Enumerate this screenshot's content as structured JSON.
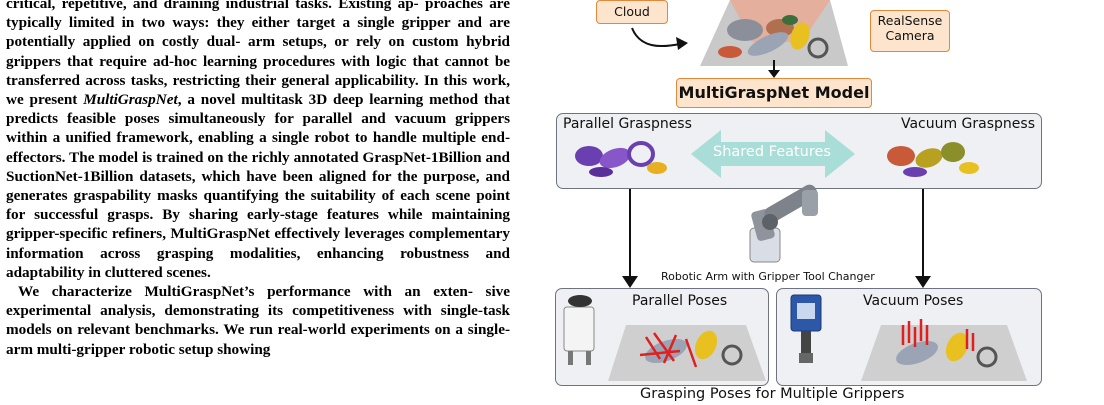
{
  "body_text": {
    "paragraph1": [
      "critical, repetitive, and draining industrial tasks. Existing ap-",
      "proaches are typically limited in two ways: they either target",
      "a single gripper and are potentially applied on costly dual-",
      "arm setups, or rely on custom hybrid grippers that require",
      "ad-hoc learning procedures with logic that cannot be transferred",
      "across tasks, restricting their general applicability. In this work,"
    ],
    "paragraph1_line7_prefix": "we present ",
    "paragraph1_line7_em": "MultiGraspNet",
    "paragraph1_line7_suffix": ", a novel multitask 3D deep learning",
    "paragraph1_rest": [
      "method that predicts feasible poses simultaneously for parallel and",
      "vacuum grippers within a unified framework, enabling a single",
      "robot to handle multiple end-effectors. The model is trained on",
      "the richly annotated GraspNet-1Billion and SuctionNet-1Billion",
      "datasets, which have been aligned for the purpose, and generates",
      "graspability masks quantifying the suitability of each scene",
      "point for successful grasps. By sharing early-stage features while",
      "maintaining gripper-specific refiners, MultiGraspNet effectively",
      "leverages complementary information across grasping modalities,",
      "enhancing robustness and adaptability in cluttered scenes."
    ],
    "paragraph2": [
      "We characterize MultiGraspNet’s performance with an exten-",
      "sive experimental analysis, demonstrating its competitiveness with",
      "single-task models on relevant benchmarks. We run real-world",
      "experiments on a single-arm multi-gripper robotic setup showing"
    ]
  },
  "figure": {
    "cloud_label": "Cloud",
    "camera_label_line1": "RealSense",
    "camera_label_line2": "Camera",
    "model_label": "MultiGraspNet Model",
    "parallel_graspness": "Parallel Graspness",
    "vacuum_graspness": "Vacuum Graspness",
    "shared_features": "Shared Features",
    "arm_caption": "Robotic Arm with Gripper Tool Changer",
    "parallel_poses": "Parallel Poses",
    "vacuum_poses": "Vacuum Poses",
    "bottom_caption": "Grasping Poses for Multiple Grippers",
    "colors": {
      "orange_box_fill": "#fde4cc",
      "orange_box_border": "#e0893c",
      "panel_fill": "#eef0f3",
      "panel_border": "#6d7480",
      "shared_arrow": "#a9ddd8",
      "scene_floor": "#c9c9c9",
      "parallel_mask": "#6a3fb0",
      "vacuum_mask": "#b8a020",
      "grasp_red": "#e02020"
    }
  }
}
